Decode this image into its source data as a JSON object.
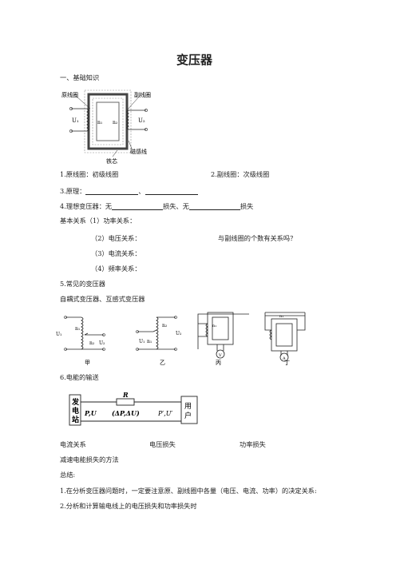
{
  "title": "变压器",
  "section1": "一、基础知识",
  "fig1": {
    "primary_coil": "原线圈",
    "secondary_coil": "副线圈",
    "n1": "n₁",
    "n2": "n₂",
    "u1": "U₁",
    "u2": "U₂",
    "flux_line": "磁感线",
    "iron_core": "铁芯"
  },
  "items": {
    "i1": "1.原线圈：初级线圈",
    "i2": "2.副线圈：次级线圈",
    "i3_label": "3.原理：",
    "i3_sep": "、",
    "i4_a": "4.理想变压器：无",
    "i4_b": "损失、无",
    "i4_c": "损失"
  },
  "relations": {
    "r1": "基本关系（1）功率关系：",
    "r2": "（2）电压关系：",
    "r2_note": "与副线圈的个数有关系吗？",
    "r3": "（3）电流关系：",
    "r4": "（4）频率关系："
  },
  "section5": "5.常见的变压器",
  "section5_sub": "自耦式变压器、互感式变压器",
  "fig2": {
    "labels": [
      "甲",
      "乙",
      "丙",
      "丁"
    ],
    "u1": "U₁",
    "u2": "U₂",
    "n1": "n₁",
    "n2": "n₂",
    "v_meter": "V",
    "a_meter": "A"
  },
  "section6": "6.电能的输送",
  "fig3": {
    "plant": [
      "发",
      "电",
      "站"
    ],
    "user": [
      "用",
      "户"
    ],
    "r": "R",
    "pu": "P,U",
    "loss": "(ΔP,ΔU)",
    "pu_prime": "P′,U′"
  },
  "losses": {
    "current": "电流关系",
    "voltage": "电压损失",
    "power": "功率损失"
  },
  "reduce": "减速电能损失的方法",
  "summary": "总结:",
  "s1": "1.在分析变压器问题时，一定要注意原、副线圈中各量（电压、电流、功率）的决定关系:",
  "s2": "2.分析和计算输电线上的电压损失和功率损失时"
}
